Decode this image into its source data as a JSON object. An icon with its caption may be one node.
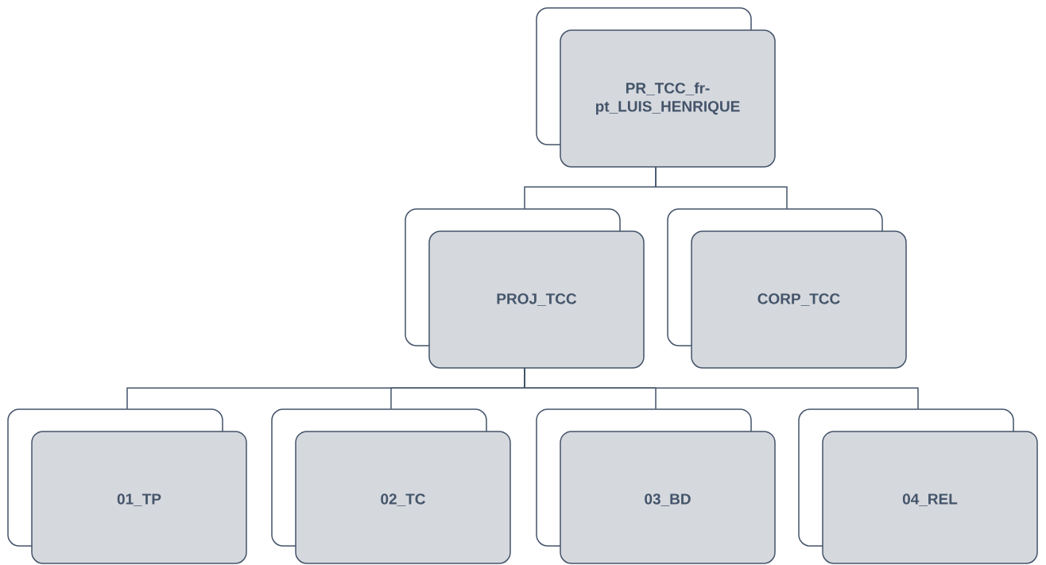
{
  "diagram": {
    "nodes": [
      {
        "text": [
          "PR_TCC_fr-pt_LUIS_HENRIQUE"
        ]
      },
      {
        "text": [
          "PROJ_TCC"
        ]
      },
      {
        "text": [
          "CORP_TCC"
        ]
      },
      {
        "text": [
          "01_TP"
        ]
      },
      {
        "text": [
          "02_TC"
        ]
      },
      {
        "text": [
          "03_BD"
        ]
      },
      {
        "text": [
          "04_REL"
        ]
      }
    ],
    "edges": [
      {
        "from": 0,
        "to": 1,
        "arrow": "none"
      },
      {
        "from": 0,
        "to": 2,
        "arrow": "none"
      },
      {
        "from": 1,
        "to": 3,
        "arrow": "none"
      },
      {
        "from": 1,
        "to": 4,
        "arrow": "none"
      },
      {
        "from": 1,
        "to": 5,
        "arrow": "none"
      },
      {
        "from": 1,
        "to": 6,
        "arrow": "none"
      }
    ]
  }
}
